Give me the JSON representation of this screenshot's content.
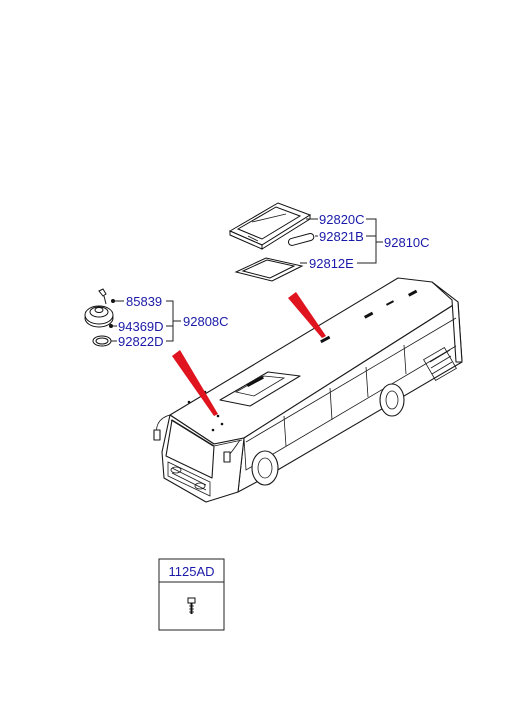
{
  "diagram": {
    "parts": {
      "p92820C": "92820C",
      "p92821B": "92821B",
      "p92812E": "92812E",
      "p92810C": "92810C",
      "p85839": "85839",
      "p94369D": "94369D",
      "p92822D": "92822D",
      "p92808C": "92808C"
    },
    "legend_box": {
      "part": "1125AD"
    }
  }
}
